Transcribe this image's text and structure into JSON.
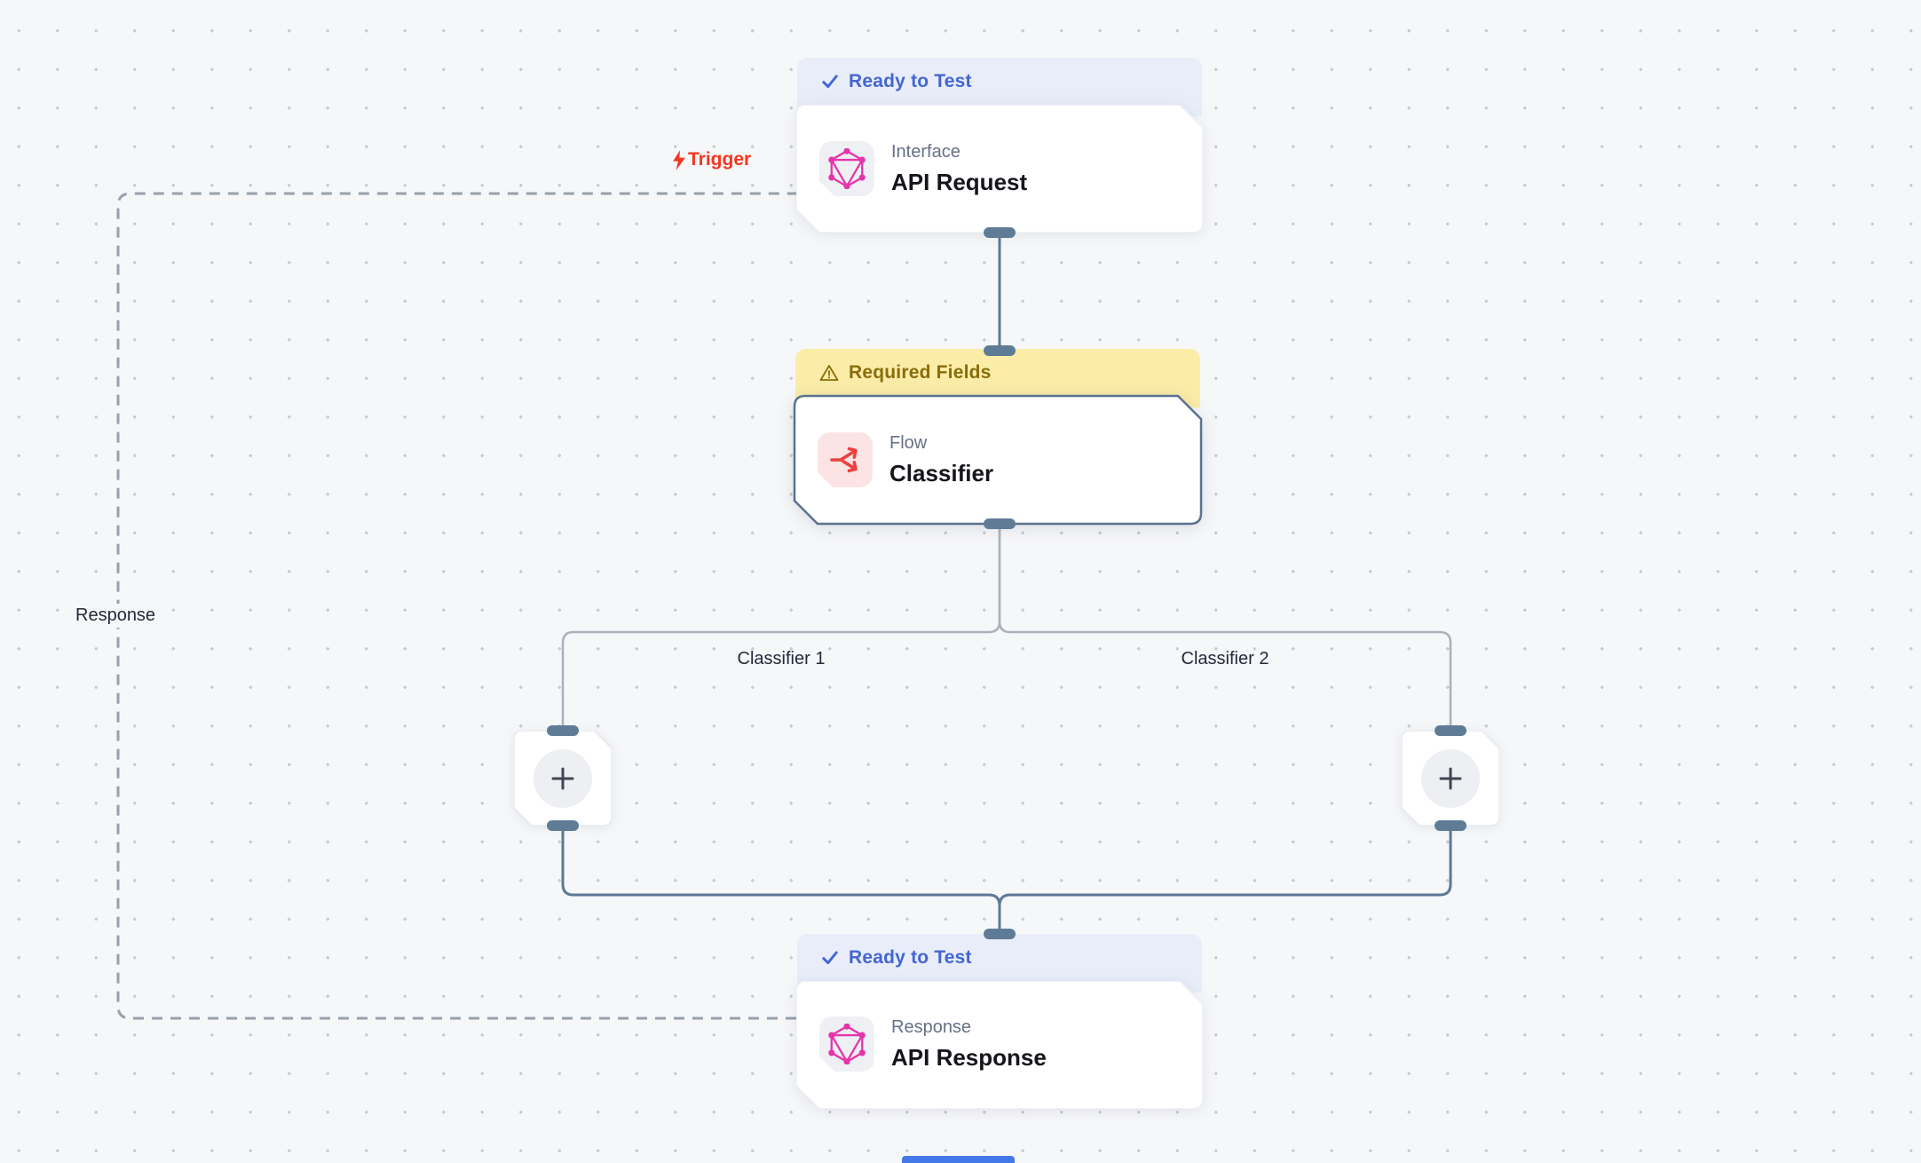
{
  "canvas": {
    "background": "#f6f7f9",
    "dot_color": "#c6cad2"
  },
  "colors": {
    "status_ready_bg": "#e8edf9",
    "status_ready_text": "#4366d1",
    "status_warning_bg": "#fbeda8",
    "status_warning_text": "#8a6c0a",
    "edge_solid": "#5c7995",
    "edge_light": "#aab1bc",
    "edge_dashed": "#97a0ac",
    "handle": "#5f7c97",
    "trigger_red": "#f2371f",
    "graphql_pink": "#e535ab",
    "flow_icon_red": "#ee4040"
  },
  "nodes": {
    "api_request": {
      "status": "Ready to Test",
      "category": "Interface",
      "title": "API Request"
    },
    "classifier": {
      "status": "Required Fields",
      "category": "Flow",
      "title": "Classifier"
    },
    "api_response": {
      "status": "Ready to Test",
      "category": "Response",
      "title": "API Response"
    }
  },
  "edge_labels": {
    "trigger": "Trigger",
    "response": "Response",
    "branch_1": "Classifier 1",
    "branch_2": "Classifier 2"
  },
  "icons": {
    "status_ready": "check-icon",
    "status_warning": "warning-triangle-icon",
    "api_request": "graphql-icon",
    "classifier": "branch-arrows-icon",
    "api_response": "graphql-icon",
    "trigger": "lightning-icon",
    "add_step": "plus-icon"
  }
}
